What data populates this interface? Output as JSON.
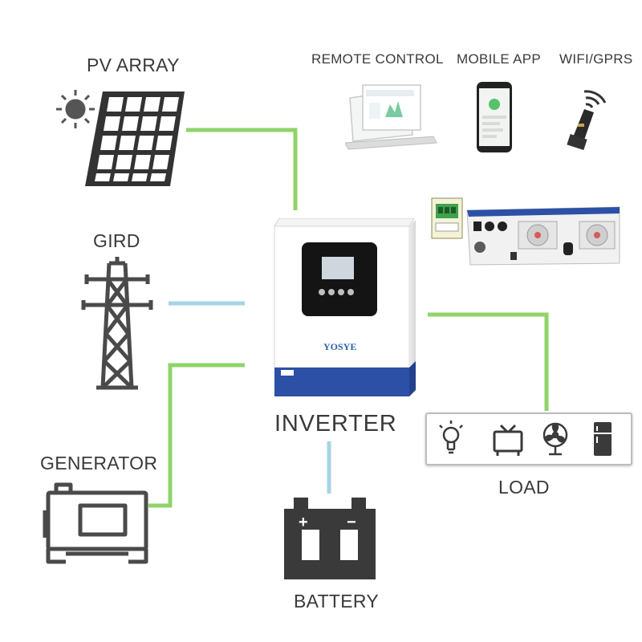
{
  "labels": {
    "pv_array": "PV ARRAY",
    "grid": "GIRD",
    "generator": "GENERATOR",
    "inverter": "INVERTER",
    "battery": "BATTERY",
    "load": "LOAD",
    "remote_control": "REMOTE CONTROL",
    "mobile_app": "MOBILE APP",
    "wifi_gprs": "WIFI/GPRS"
  },
  "brand": {
    "logo": "YOSYE"
  },
  "battery_terminals": {
    "positive": "+",
    "negative": "−"
  },
  "colors": {
    "green_link": "#8fd36a",
    "blue_link": "#a7d3e6",
    "inverter_blue": "#2c50a5",
    "icon_stroke": "#3a3a3a"
  },
  "load_devices": [
    "lightbulb-icon",
    "tv-icon",
    "fan-icon",
    "fridge-icon"
  ]
}
